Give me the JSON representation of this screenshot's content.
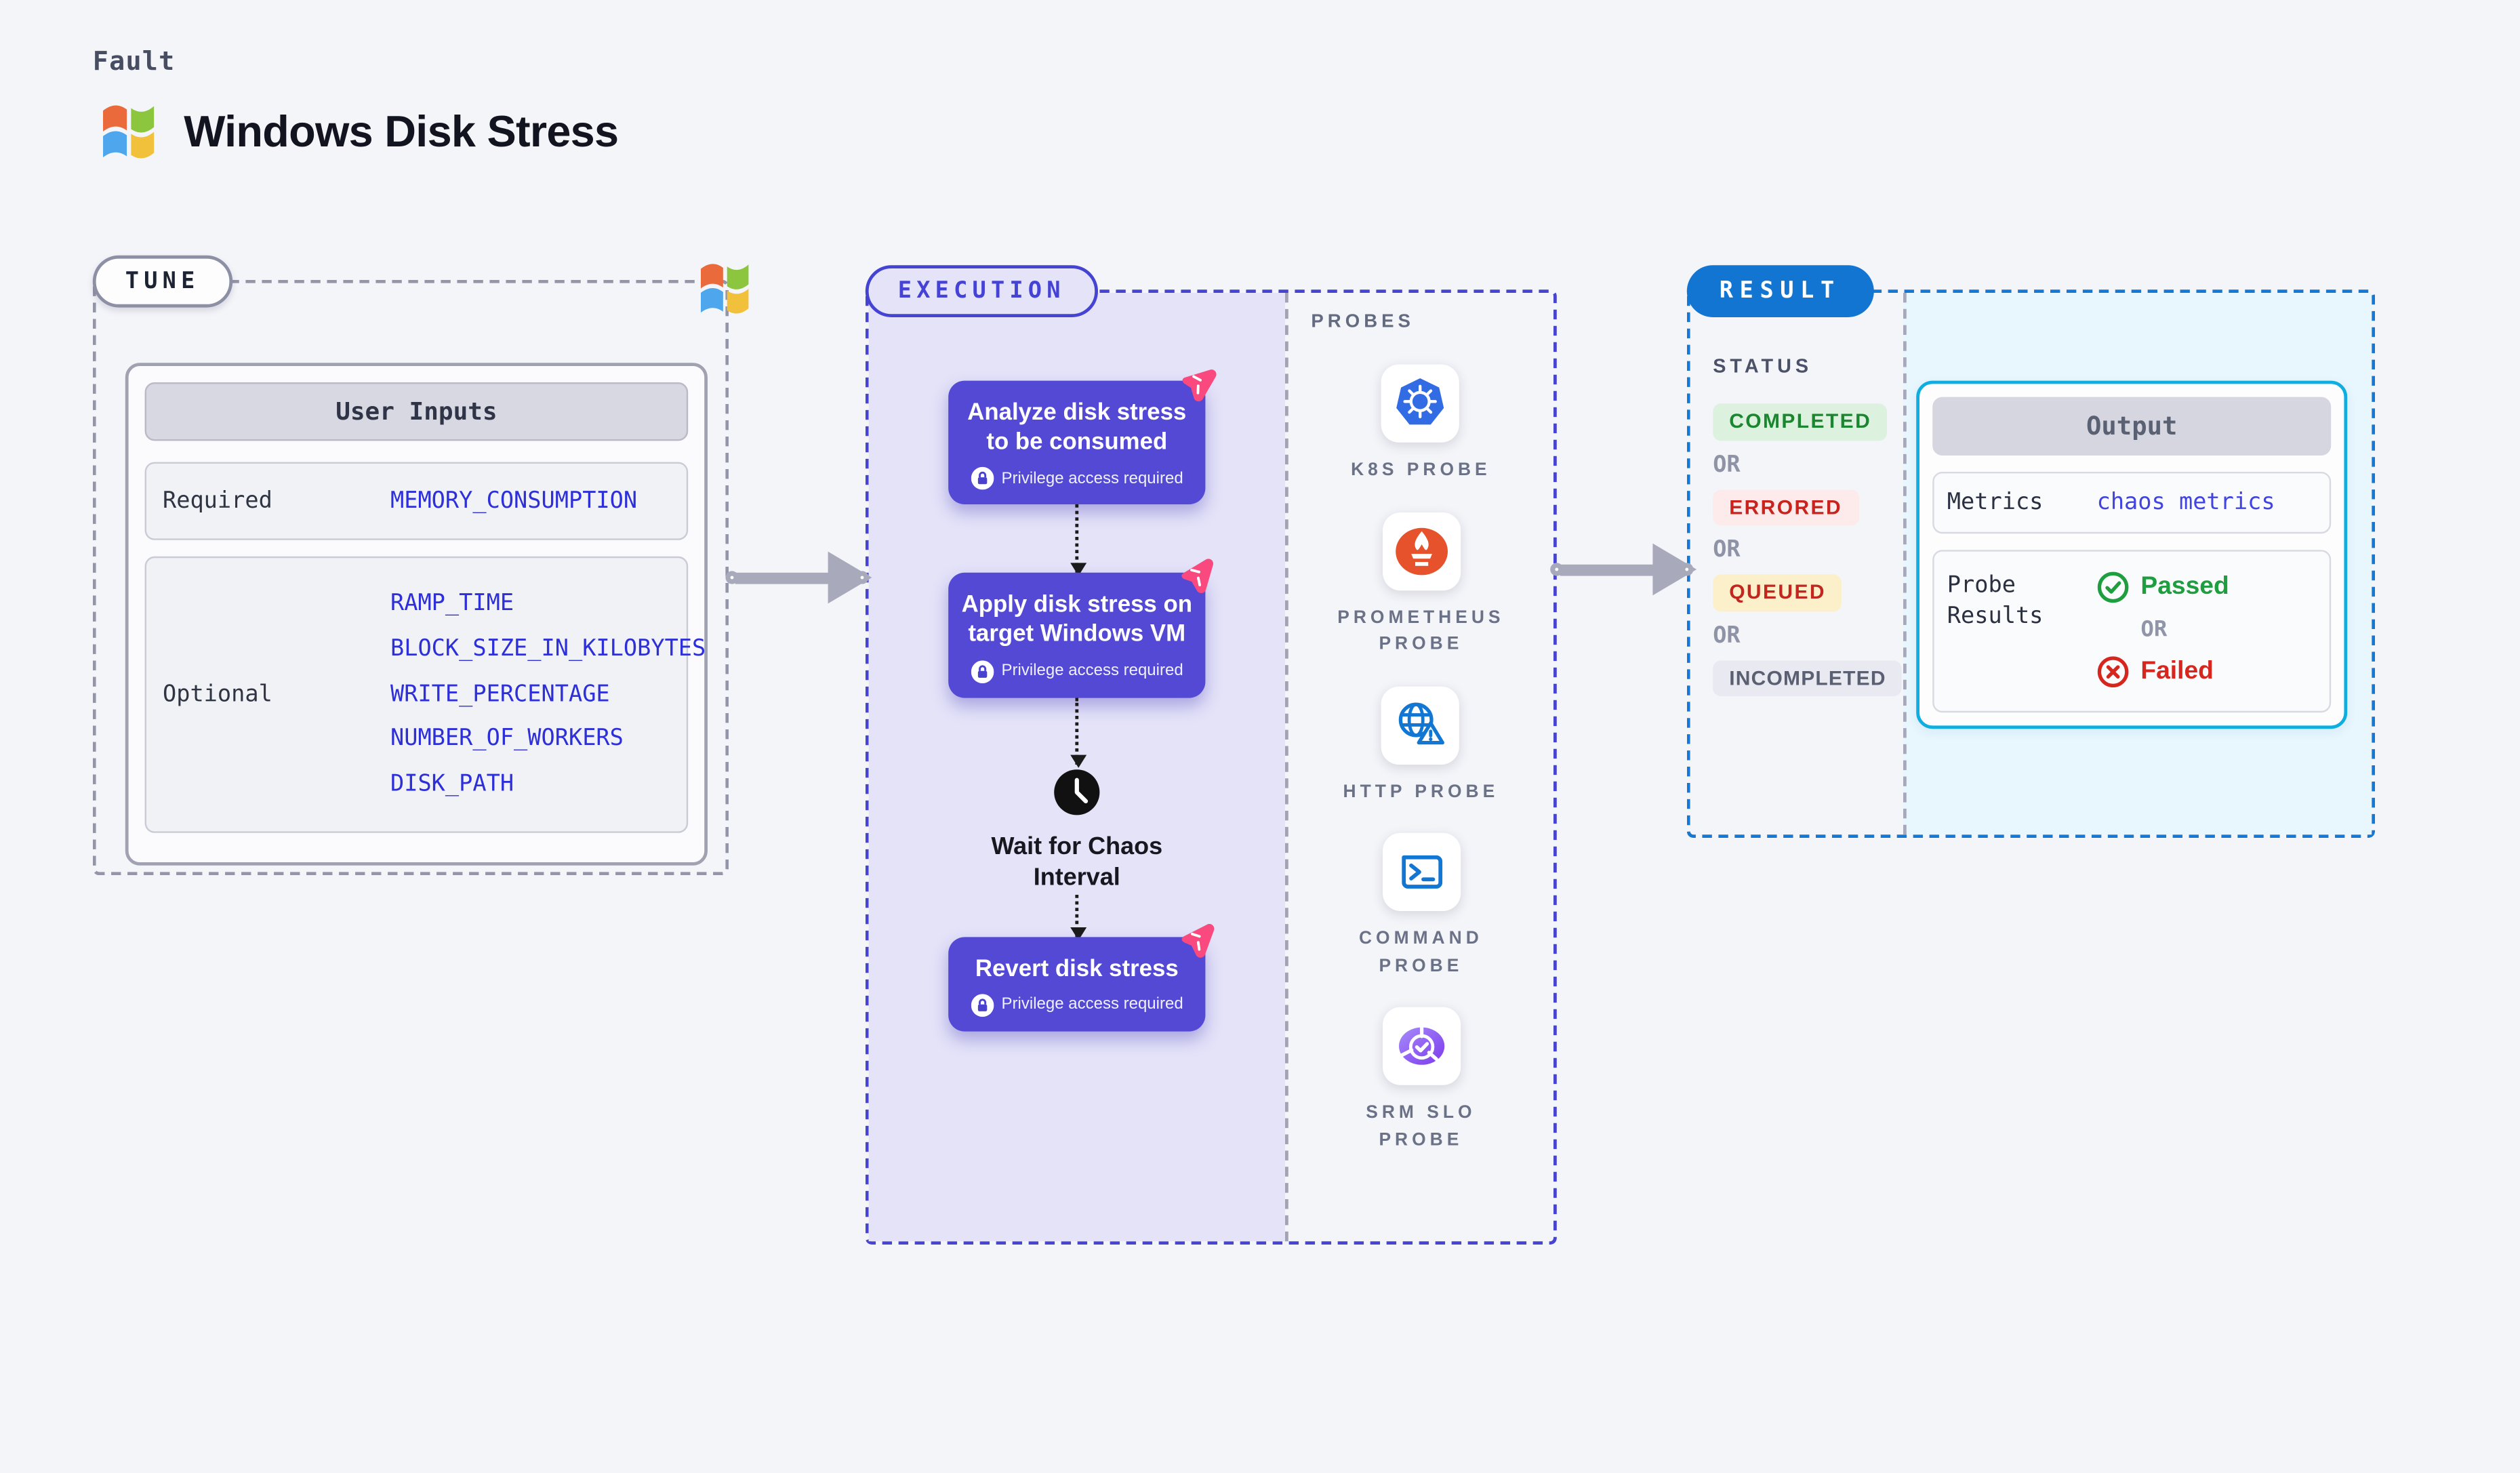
{
  "header": {
    "fault_label": "Fault",
    "title": "Windows Disk Stress"
  },
  "tune": {
    "badge": "TUNE",
    "user_inputs_title": "User Inputs",
    "required_label": "Required",
    "required_values": [
      "MEMORY_CONSUMPTION"
    ],
    "optional_label": "Optional",
    "optional_values": [
      "RAMP_TIME",
      "BLOCK_SIZE_IN_KILOBYTES",
      "WRITE_PERCENTAGE",
      "NUMBER_OF_WORKERS",
      "DISK_PATH"
    ]
  },
  "execution": {
    "badge": "EXECUTION",
    "steps": [
      {
        "title": "Analyze disk stress to be consumed",
        "note": "Privilege access required"
      },
      {
        "title": "Apply disk stress on target Windows VM",
        "note": "Privilege access required"
      }
    ],
    "wait_label": "Wait for Chaos Interval",
    "revert": {
      "title": "Revert disk stress",
      "note": "Privilege access required"
    }
  },
  "probes": {
    "panel_label": "PROBES",
    "items": [
      {
        "label": "K8S PROBE",
        "icon": "kubernetes-icon"
      },
      {
        "label": "PROMETHEUS PROBE",
        "icon": "prometheus-icon"
      },
      {
        "label": "HTTP PROBE",
        "icon": "http-globe-warning-icon"
      },
      {
        "label": "COMMAND PROBE",
        "icon": "terminal-icon"
      },
      {
        "label": "SRM SLO PROBE",
        "icon": "srm-slo-icon"
      }
    ]
  },
  "result": {
    "badge": "RESULT",
    "status_label": "STATUS",
    "or_label": "OR",
    "statuses": [
      {
        "label": "COMPLETED",
        "text_color": "#1b8630",
        "bg_color": "#dcf2de"
      },
      {
        "label": "ERRORED",
        "text_color": "#c8231d",
        "bg_color": "#fcebea"
      },
      {
        "label": "QUEUED",
        "text_color": "#c2261e",
        "bg_color": "#fbf0c9"
      },
      {
        "label": "INCOMPLETED",
        "text_color": "#5a6072",
        "bg_color": "#e8e9f1"
      }
    ],
    "output": {
      "title": "Output",
      "metrics_label": "Metrics",
      "metrics_value": "chaos metrics",
      "probe_results_label": "Probe Results",
      "passed_label": "Passed",
      "failed_label": "Failed"
    }
  },
  "colors": {
    "page_bg": "#f4f5f9",
    "step_box": "#5349d4",
    "execution_bg": "#e4e3f8",
    "execution_border": "#4744d2",
    "tune_border": "#9395a8",
    "result_border": "#1478d4",
    "result_badge_bg": "#1375d2",
    "output_border": "#10aee0",
    "output_area_bg": "#e8f6fd",
    "value_text": "#2d2fd8",
    "arrow_gray": "#a8aabc",
    "chaos_pink": "#f9497e",
    "kubernetes_blue": "#326ce5",
    "prometheus_orange": "#e6522c",
    "probe_icon_blue": "#1276d3",
    "srm_purple": "#7c3aed",
    "passed_green": "#1e9e3e",
    "failed_red": "#d7261d"
  }
}
